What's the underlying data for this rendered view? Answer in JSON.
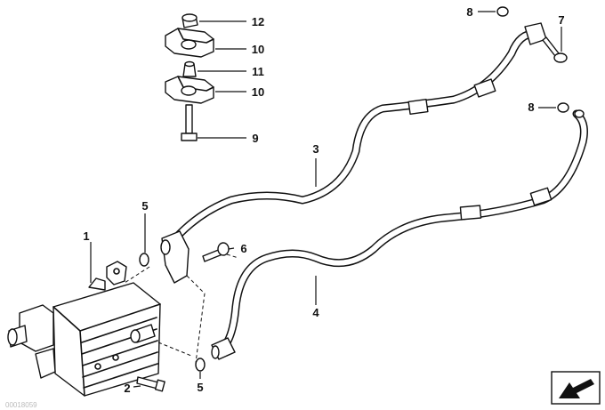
{
  "diagram": {
    "callouts": {
      "p1": "1",
      "p2": "2",
      "p3": "3",
      "p4": "4",
      "p5a": "5",
      "p5b": "5",
      "p6": "6",
      "p7": "7",
      "p8a": "8",
      "p8b": "8",
      "p9": "9",
      "p10a": "10",
      "p10b": "10",
      "p11": "11",
      "p12": "12"
    },
    "watermark": "00018059"
  }
}
